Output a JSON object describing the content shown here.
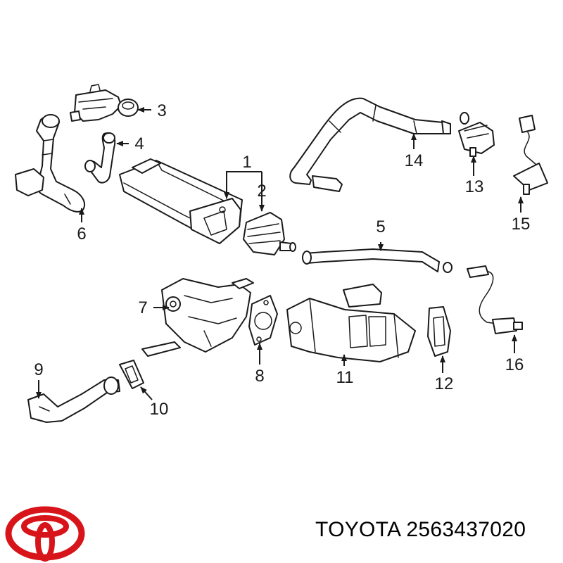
{
  "callouts": {
    "c1": "1",
    "c2": "2",
    "c3": "3",
    "c4": "4",
    "c5": "5",
    "c6": "6",
    "c7": "7",
    "c8": "8",
    "c9": "9",
    "c10": "10",
    "c11": "11",
    "c12": "12",
    "c13": "13",
    "c14": "14",
    "c15": "15",
    "c16": "16"
  },
  "caption": {
    "brand": "TOYOTA",
    "part_number": "2563437020"
  },
  "colors": {
    "logo": "#d7141a",
    "ink": "#1a1a1a"
  },
  "icons": {
    "logo": "toyota-logo-icon"
  }
}
